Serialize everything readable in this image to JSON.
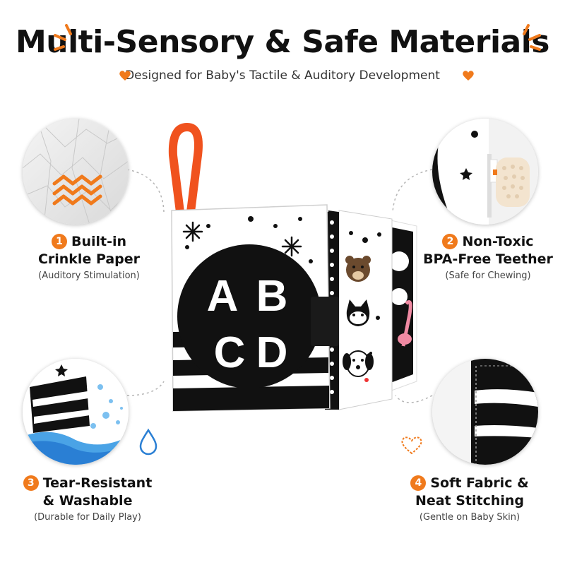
{
  "header": {
    "title": "Multi-Sensory & Safe Materials",
    "subtitle": "Designed for Baby's Tactile & Auditory Development"
  },
  "book": {
    "letters": [
      "A",
      "B",
      "C",
      "D"
    ]
  },
  "features": [
    {
      "number": "1",
      "title_line1": "Built-in",
      "title_line2": "Crinkle Paper",
      "subtitle": "(Auditory Stimulation)"
    },
    {
      "number": "2",
      "title_line1": "Non-Toxic",
      "title_line2": "BPA-Free Teether",
      "subtitle": "(Safe for Chewing)"
    },
    {
      "number": "3",
      "title_line1": "Tear-Resistant",
      "title_line2": "& Washable",
      "subtitle": "(Durable for Daily Play)"
    },
    {
      "number": "4",
      "title_line1": "Soft Fabric &",
      "title_line2": "Neat Stitching",
      "subtitle": "(Gentle on Baby Skin)"
    }
  ],
  "colors": {
    "accent": "#f07a1c",
    "water": "#2a7fd4",
    "ink": "#111111"
  },
  "icons": [
    "burst-icon",
    "heart-icon",
    "zigzag-icon",
    "water-drop-icon",
    "heart-outline-icon"
  ]
}
